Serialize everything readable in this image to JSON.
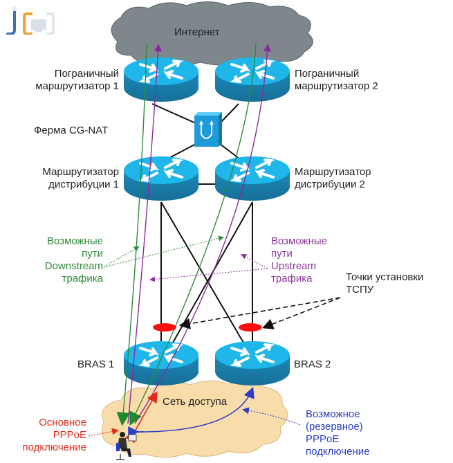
{
  "logo": {
    "name": "JC logo"
  },
  "colors": {
    "router_top": "#1fb6ea",
    "router_side": "#1a7fae",
    "internet_cloud": "#7d878c",
    "access_cloud": "#f8dcaa",
    "downstream": "#2e8b3a",
    "upstream": "#8b3a9a",
    "primary_pppoe": "#e02a1a",
    "backup_pppoe": "#2a3ec8",
    "dpi_point": "#ff1010",
    "link": "#111111"
  },
  "clouds": {
    "internet": "Интернет",
    "access": "Сеть доступа"
  },
  "nodes": {
    "border1": [
      "Пограничный",
      "маршрутизатор 1"
    ],
    "border2": [
      "Пограничный",
      "маршрутизатор 2"
    ],
    "cgnat": "Ферма CG-NAT",
    "dist1": [
      "Маршрутизатор",
      "дистрибуции 1"
    ],
    "dist2": [
      "Маршрутизатор",
      "дистрибуции 2"
    ],
    "bras1": "BRAS 1",
    "bras2": "BRAS 2"
  },
  "annotations": {
    "downstream": [
      "Возможные",
      "пути",
      "Downstream",
      "трафика"
    ],
    "upstream": [
      "Возможные",
      "пути",
      "Upstream",
      "трафика"
    ],
    "dpi": [
      "Точки установки",
      "ТСПУ"
    ],
    "primary": [
      "Основное",
      "PPPoE",
      "подключение"
    ],
    "backup": [
      "Возможное",
      "(резервное)",
      "PPPoE",
      "подключение"
    ]
  }
}
